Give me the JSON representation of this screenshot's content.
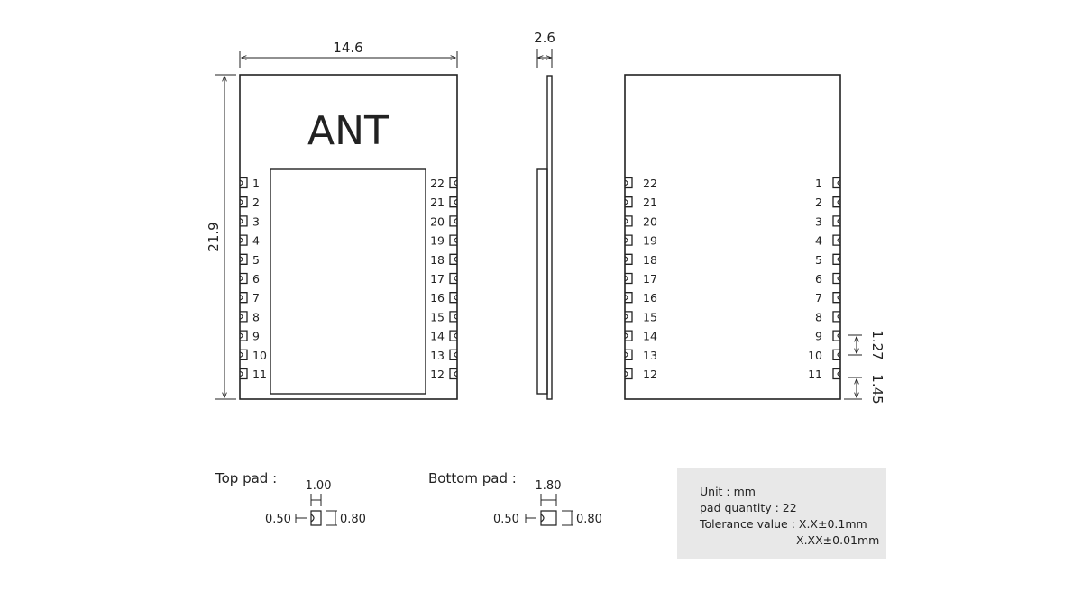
{
  "dimensions": {
    "width": "14.6",
    "height": "21.9",
    "thickness": "2.6",
    "pitch": "1.27",
    "bottom_offset": "1.45"
  },
  "antenna_label": "ANT",
  "pins": {
    "left": [
      "1",
      "2",
      "3",
      "4",
      "5",
      "6",
      "7",
      "8",
      "9",
      "10",
      "11"
    ],
    "right": [
      "22",
      "21",
      "20",
      "19",
      "18",
      "17",
      "16",
      "15",
      "14",
      "13",
      "12"
    ]
  },
  "top_pad": {
    "title": "Top pad :",
    "width": "1.00",
    "left": "0.50",
    "right": "0.80"
  },
  "bottom_pad": {
    "title": "Bottom pad :",
    "width": "1.80",
    "left": "0.50",
    "right": "0.80"
  },
  "notes": {
    "unit": "Unit : mm",
    "pad_quantity": "pad quantity : 22",
    "tolerance_1": "Tolerance value : X.X±0.1mm",
    "tolerance_2": "X.XX±0.01mm"
  }
}
